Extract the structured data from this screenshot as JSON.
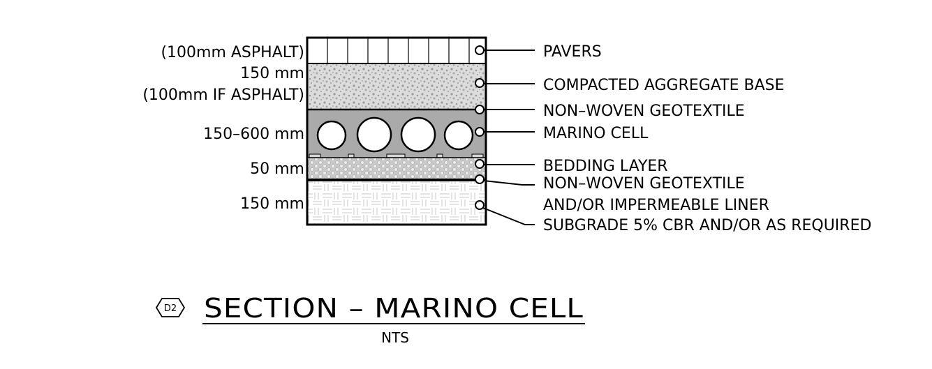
{
  "left_labels": {
    "pavers_thickness": "(100mm ASPHALT)",
    "base_thickness": "150 mm",
    "base_thickness_alt": "(100mm IF ASPHALT)",
    "cell_thickness": "150–600 mm",
    "bedding_thickness": "50 mm",
    "subgrade_thickness": "150 mm"
  },
  "callouts": {
    "pavers": "PAVERS",
    "aggregate_base": "COMPACTED AGGREGATE BASE",
    "geotextile_upper": "NON–WOVEN GEOTEXTILE",
    "marino_cell": "MARINO CELL",
    "bedding_layer": "BEDDING LAYER",
    "geotextile_lower": "NON–WOVEN GEOTEXTILE",
    "liner": "AND/OR IMPERMEABLE LINER",
    "subgrade": "SUBGRADE 5% CBR AND/OR AS REQUIRED"
  },
  "title": {
    "detail_tag": "D2",
    "text": "SECTION – MARINO CELL",
    "scale": "NTS"
  }
}
